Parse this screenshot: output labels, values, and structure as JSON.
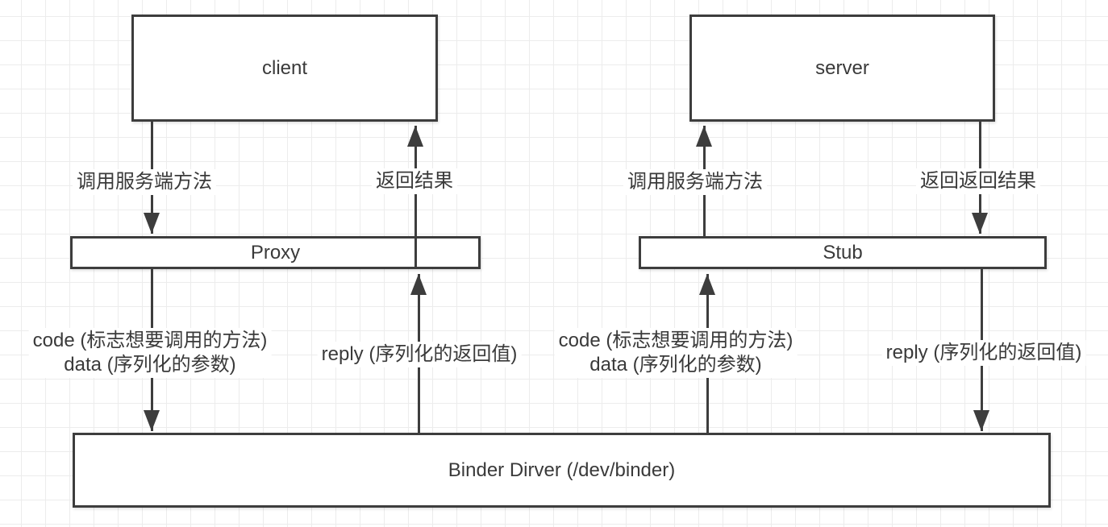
{
  "diagram": {
    "boxes": {
      "client": "client",
      "server": "server",
      "proxy": "Proxy",
      "stub": "Stub",
      "binder": "Binder Dirver (/dev/binder)"
    },
    "edges": {
      "client_to_proxy": "调用服务端方法",
      "proxy_to_client": "返回结果",
      "proxy_to_binder": {
        "line1": "code (标志想要调用的方法)",
        "line2": "data (序列化的参数)"
      },
      "binder_to_proxy": "reply (序列化的返回值)",
      "stub_to_server": "调用服务端方法",
      "server_to_stub": "返回返回结果",
      "binder_to_stub": {
        "line1": "code (标志想要调用的方法)",
        "line2": "data (序列化的参数)"
      },
      "stub_to_binder": "reply (序列化的返回值)"
    },
    "colors": {
      "ink": "#3d3d3d",
      "text": "#3a3a3a",
      "grid_line": "#ececec",
      "background": "#ffffff"
    }
  }
}
